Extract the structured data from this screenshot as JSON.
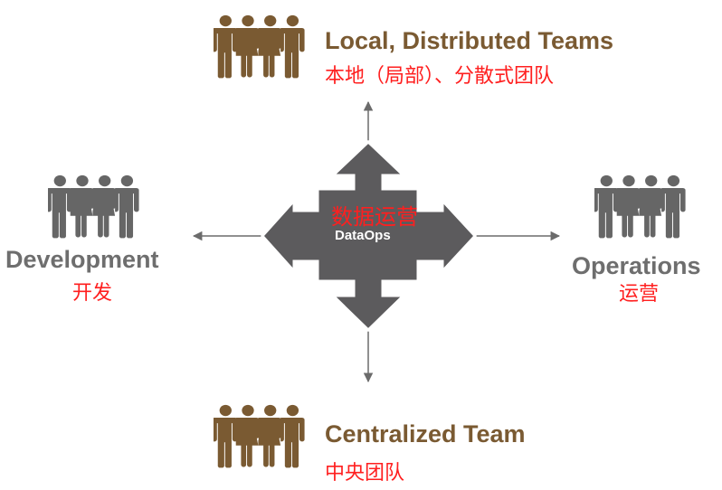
{
  "colors": {
    "accent_brown": "#7a5a32",
    "neutral_grey": "#666666",
    "arrow_fill": "#5c5b5d",
    "arrow_stroke": "#ffffff",
    "translation_red": "#ff1f1f",
    "connector": "#6b6b6b"
  },
  "icons": {
    "team": "team-people-icon",
    "arrow": "four-way-arrow-icon"
  },
  "top": {
    "title": "Local, Distributed Teams",
    "subtitle": "本地（局部）、分散式团队"
  },
  "left": {
    "title": "Development",
    "subtitle": "开发"
  },
  "right": {
    "title": "Operations",
    "subtitle": "运营"
  },
  "bottom": {
    "title": "Centralized Team",
    "subtitle": "中央团队"
  },
  "center": {
    "title_zh": "数据运营",
    "title_en": "DataOps"
  }
}
